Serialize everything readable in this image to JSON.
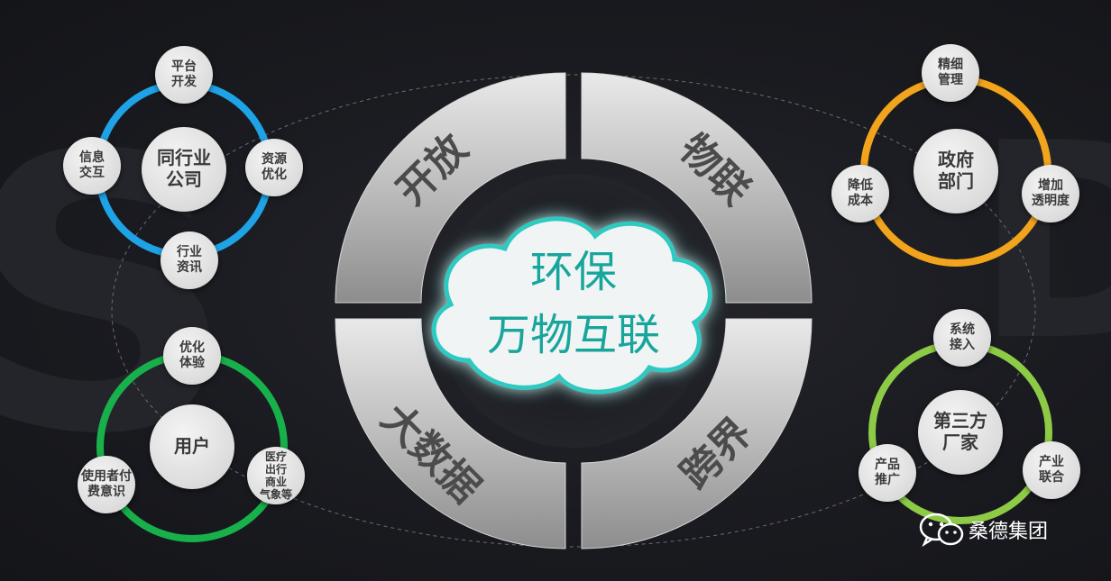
{
  "center": {
    "line1": "环保",
    "line2": "万物互联"
  },
  "ring_segments": [
    "开放",
    "物联",
    "跨界",
    "大数据"
  ],
  "clusters": [
    {
      "id": "industry",
      "color": "#1ea3e6",
      "main": "同行业\n公司",
      "satellites": [
        "平台\n开发",
        "资源\n优化",
        "行业\n资讯",
        "信息\n交互"
      ]
    },
    {
      "id": "government",
      "color": "#f2a41c",
      "main": "政府\n部门",
      "satellites": [
        "精细\n管理",
        "增加\n透明度",
        "降低\n成本"
      ]
    },
    {
      "id": "user",
      "color": "#18b04b",
      "main": "用户",
      "satellites": [
        "优化\n体验",
        "医疗\n出行\n商业\n气象等",
        "使用者付\n费意识"
      ]
    },
    {
      "id": "vendor",
      "color": "#8dcb46",
      "main": "第三方\n厂家",
      "satellites": [
        "系统\n接入",
        "产业\n联合",
        "产品\n推广"
      ]
    }
  ],
  "logo": {
    "text": "桑德集团",
    "icon": "wechat-icon"
  },
  "watermark": "SUND"
}
